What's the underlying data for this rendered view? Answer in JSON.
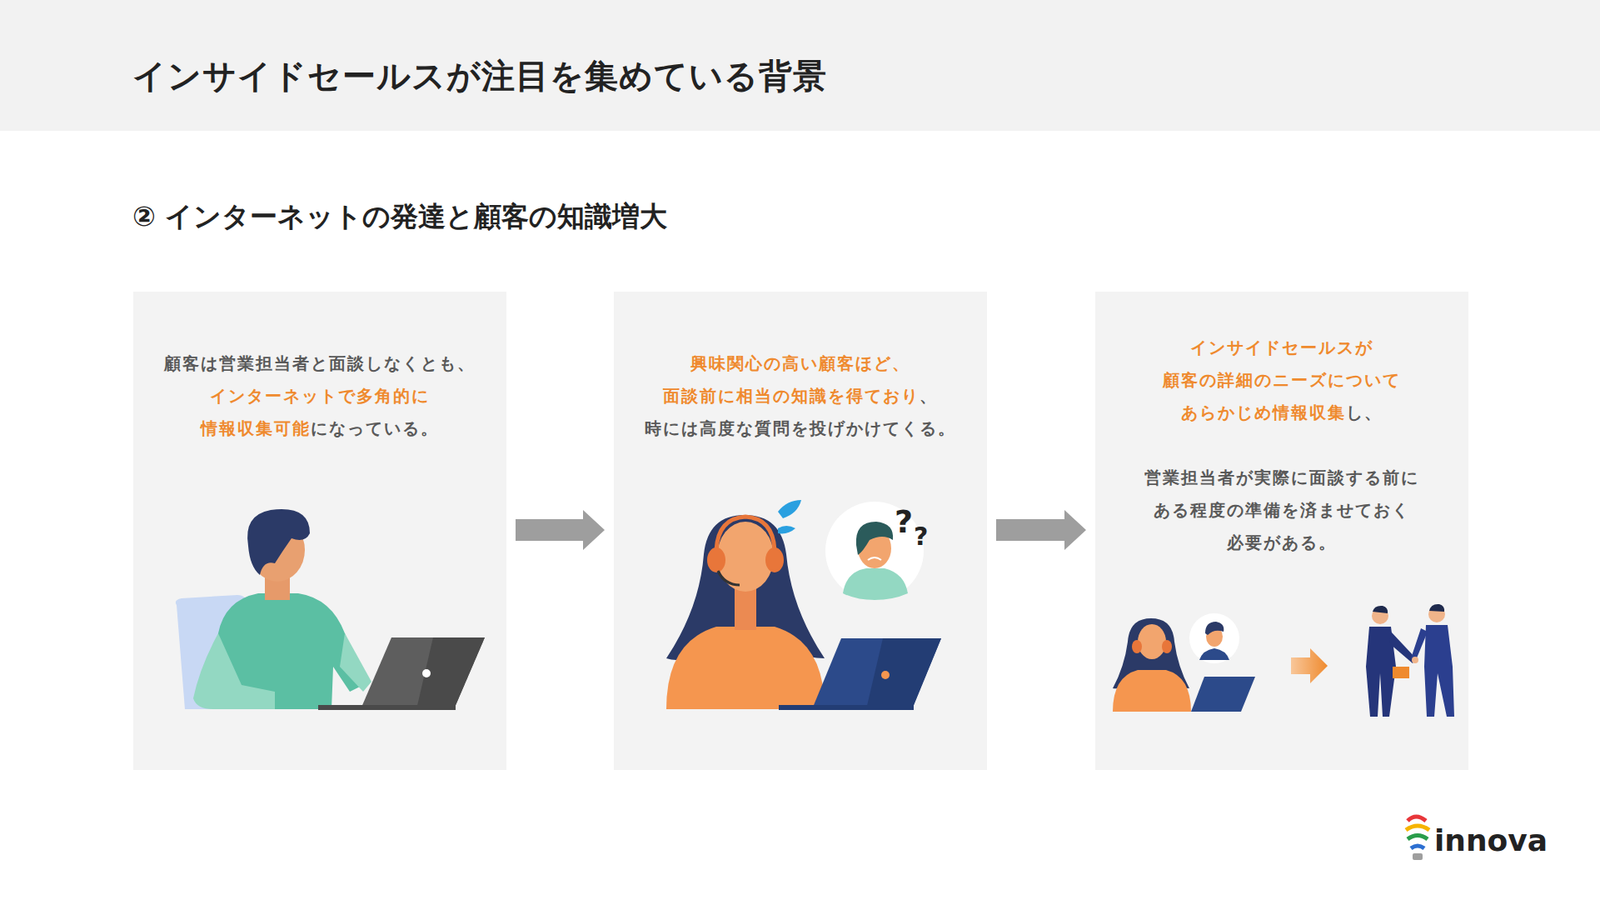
{
  "diagram": {
    "title": "インサイドセールスが注目を集めている背景",
    "nodes": [
      {
        "text": [
          "顧客は営業担当者と面談しなくとも、",
          "インターネットで多角的に",
          "情報収集可能",
          "になっている。"
        ]
      },
      {
        "text": [
          "興味関心の高い顧客ほど、",
          "面談前に相当の知識を得ており",
          "、",
          "時には高度な質問を投げかけてくる。"
        ]
      },
      {
        "text": [
          "インサイドセールスが",
          "顧客の詳細のニーズについて",
          "あらかじめ情報収集",
          "し、",
          "営業担当者が実際に面談する前に",
          "ある程度の準備を済ませておく",
          "必要がある。"
        ]
      }
    ],
    "edges": [
      {
        "from": 0,
        "to": 1,
        "arrow": "to"
      },
      {
        "from": 1,
        "to": 2,
        "arrow": "to"
      }
    ],
    "labels": [
      "② インターネットの発達と顧客の知識増大",
      "?",
      "?",
      "innova"
    ]
  }
}
